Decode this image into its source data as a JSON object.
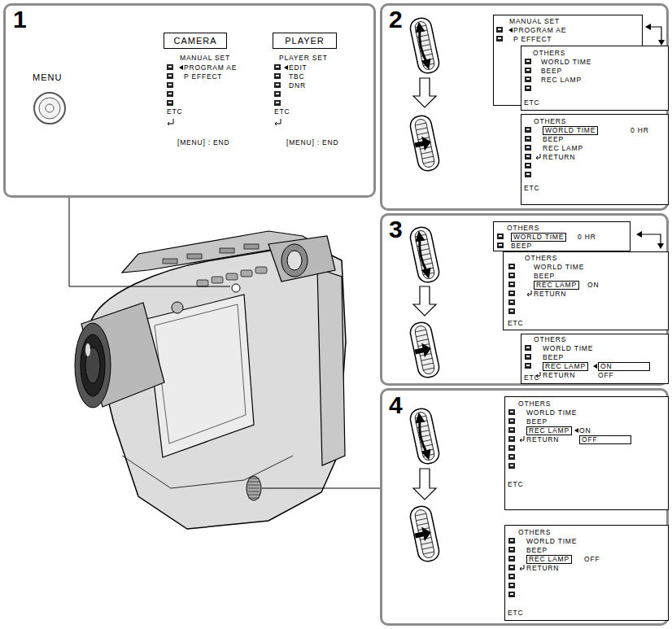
{
  "diagram": {
    "nodes": [
      {
        "text": [
          "1"
        ]
      },
      {
        "text": [
          "CAMERA"
        ],
        "in": 0
      },
      {
        "text": [
          "PLAYER"
        ],
        "in": 0
      },
      {
        "text": [
          "MANUAL SET",
          "PROGRAM AE",
          "P EFFECT",
          "ETC",
          "[MENU] : END"
        ],
        "in": 0
      },
      {
        "text": [
          "PLAYER SET",
          "EDIT",
          "TBC",
          "DNR",
          "ETC",
          "[MENU] : END"
        ],
        "in": 0
      },
      {
        "text": [
          "2"
        ]
      },
      {
        "text": [
          "MANUAL SET",
          "PROGRAM AE",
          "P EFFECT"
        ],
        "in": 5
      },
      {
        "text": [
          "OTHERS",
          "WORLD TIME",
          "BEEP",
          "REC LAMP",
          "ETC"
        ],
        "in": 5
      },
      {
        "text": [
          "OTHERS",
          "WORLD TIME",
          "0 HR",
          "BEEP",
          "REC LAMP",
          "RETURN",
          "ETC"
        ],
        "in": 5
      },
      {
        "text": [
          "3"
        ]
      },
      {
        "text": [
          "OTHERS",
          "WORLD TIME",
          "0 HR",
          "BEEP"
        ],
        "in": 9
      },
      {
        "text": [
          "OTHERS",
          "WORLD TIME",
          "BEEP",
          "REC LAMP",
          "ON",
          "RETURN",
          "ETC"
        ],
        "in": 9
      },
      {
        "text": [
          "OTHERS",
          "WORLD TIME",
          "BEEP",
          "REC LAMP",
          "ON",
          "RETURN",
          "OFF",
          "ETC"
        ],
        "in": 9
      },
      {
        "text": [
          "4"
        ]
      },
      {
        "text": [
          "OTHERS",
          "WORLD TIME",
          "BEEP",
          "REC LAMP",
          "ON",
          "RETURN",
          "OFF",
          "ETC"
        ],
        "in": 13
      },
      {
        "text": [
          "OTHERS",
          "WORLD TIME",
          "BEEP",
          "REC LAMP",
          "OFF",
          "RETURN",
          "ETC"
        ],
        "in": 13
      }
    ],
    "labels": [
      "MENU"
    ]
  }
}
